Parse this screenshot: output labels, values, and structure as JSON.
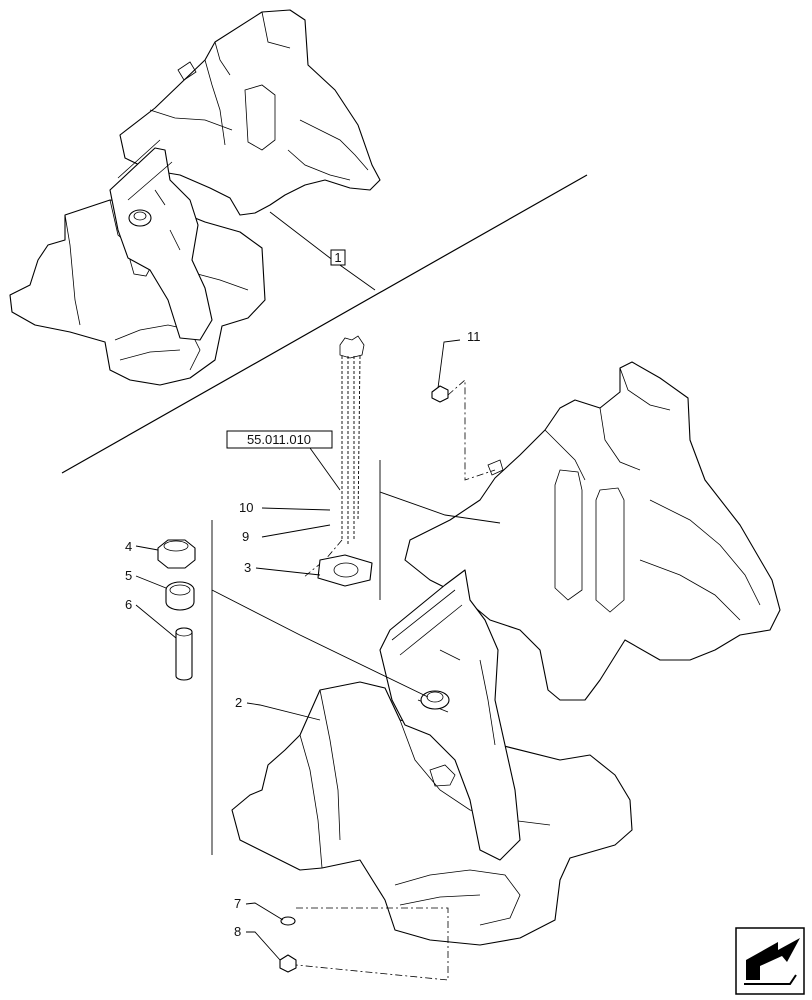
{
  "diagram": {
    "reference_box": "1",
    "reference_code": "55.011.010",
    "callouts": {
      "c2": "2",
      "c3": "3",
      "c4": "4",
      "c5": "5",
      "c6": "6",
      "c7": "7",
      "c8": "8",
      "c9": "9",
      "c10": "10",
      "c11": "11"
    },
    "icons": {
      "next_page": "next-page-arrow-icon"
    }
  }
}
